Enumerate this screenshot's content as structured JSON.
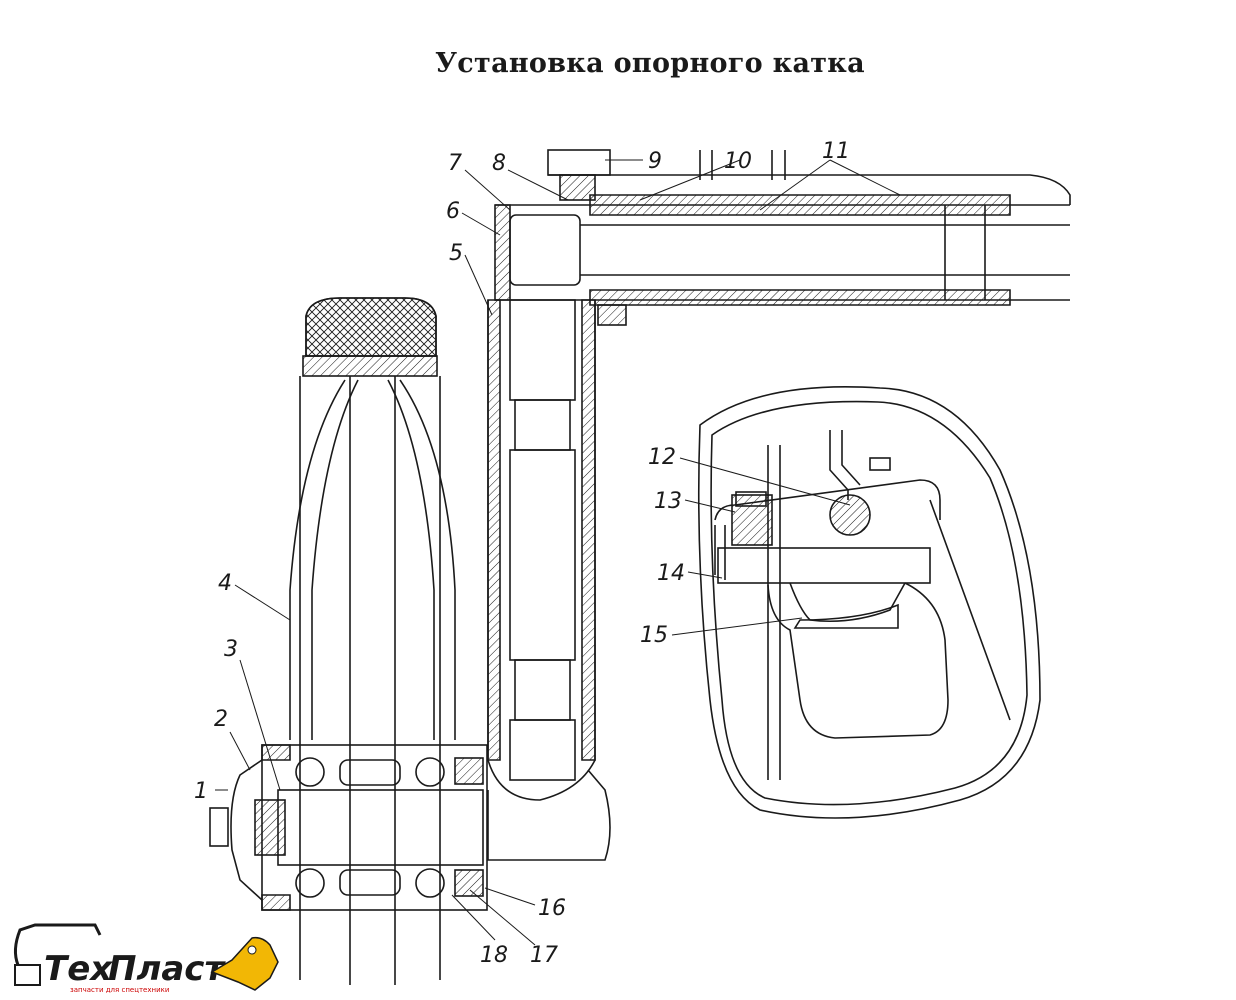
{
  "title": "Установка опорного катка",
  "callouts": [
    "1",
    "2",
    "3",
    "4",
    "5",
    "6",
    "7",
    "8",
    "9",
    "10",
    "11",
    "12",
    "13",
    "14",
    "15",
    "16",
    "17",
    "18"
  ],
  "logo": {
    "name_part1": "Тех",
    "name_part2": "Пласт",
    "tagline": "запчасти для спецтехники",
    "accent_color": "#f2b705"
  },
  "colors": {
    "line": "#1a1a1a",
    "background": "#ffffff"
  }
}
